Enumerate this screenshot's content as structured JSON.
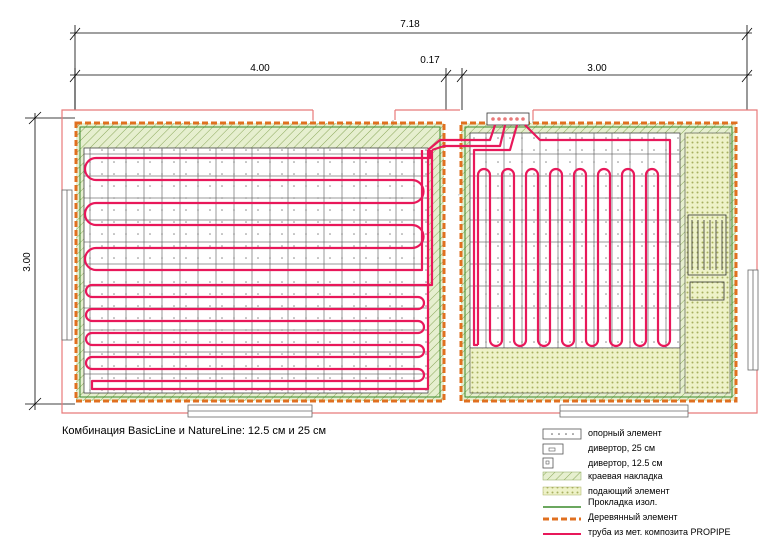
{
  "dimensions": {
    "total": "7.18",
    "left_width": "4.00",
    "gap": "0.17",
    "right_width": "3.00",
    "height": "3.00"
  },
  "caption": "Комбинация BasicLine и NatureLine: 12.5 см и 25 см",
  "legend": [
    {
      "label": "опорный элемент",
      "swatch": "dotted-box"
    },
    {
      "label": "дивертор, 25 см",
      "swatch": "small-box"
    },
    {
      "label": "дивертор, 12.5 см",
      "swatch": "small-square"
    },
    {
      "label": "краевая накладка",
      "swatch": "hatched-green"
    },
    {
      "label": "подающий элемент",
      "swatch": "hatched-yellow"
    },
    {
      "label": "Прокладка изол.",
      "swatch": "green-line"
    },
    {
      "label": "Деревянный элемент",
      "swatch": "orange-dashed"
    },
    {
      "label": "труба из мет. композита PROPIPE",
      "swatch": "red-line"
    }
  ],
  "colors": {
    "pipe": "#e8185a",
    "wall": "#e87a7a",
    "wood": "#e07020",
    "insulation": "#3a8a2a",
    "hatch": "#c8d890"
  }
}
